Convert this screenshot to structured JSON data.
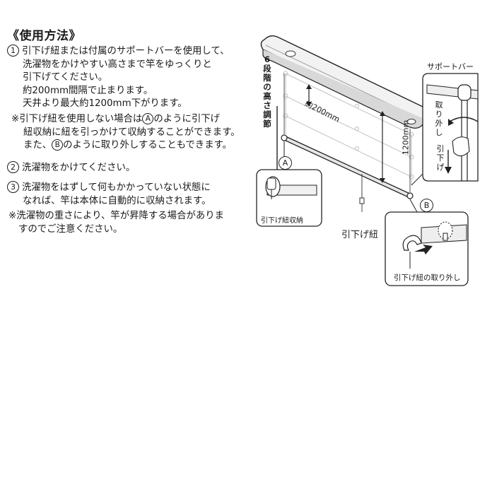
{
  "heading": "《使用方法》",
  "steps": {
    "s1_num": "1",
    "s1_lines": [
      "引下げ紐または付属のサポートバーを使用して、",
      "洗濯物をかけやすい高さまで竿をゆっくりと",
      "引下げてください。",
      "約200mm間隔で止まります。",
      "天井より最大約1200mm下がります。"
    ],
    "note1_mark": "※",
    "note1_a1": "引下げ紐を使用しない場合は",
    "note1_circA": "A",
    "note1_a2": "のように引下げ",
    "note1_line2": "紐収納に紐を引っかけて収納することができます。",
    "note1_b1": "また、",
    "note1_circB": "B",
    "note1_b2": "のように取り外しすることもできます。",
    "s2_num": "2",
    "s2_text": "洗濯物をかけてください。",
    "s3_num": "3",
    "s3_lines": [
      "洗濯物をはずして何もかかっていない状態に",
      "なれば、竿は本体に自動的に収納されます。"
    ],
    "note2_mark": "※",
    "note2_lines": [
      "洗濯物の重さにより、竿が昇降する場合がありま",
      "すのでご注意ください。"
    ]
  },
  "figure": {
    "six_levels_label": "6段階の高さ調節",
    "interval_label": "約200mm",
    "max_label": "1200mm",
    "support_bar_label": "サポートバー",
    "remove_label": "取り外し",
    "pull_down_label": "引下げ",
    "badge_a": "A",
    "badge_b": "B",
    "box_a_caption": "引下げ紐収納",
    "cord_label": "引下げ紐",
    "box_b_caption": "引下げ紐の取り外し"
  }
}
